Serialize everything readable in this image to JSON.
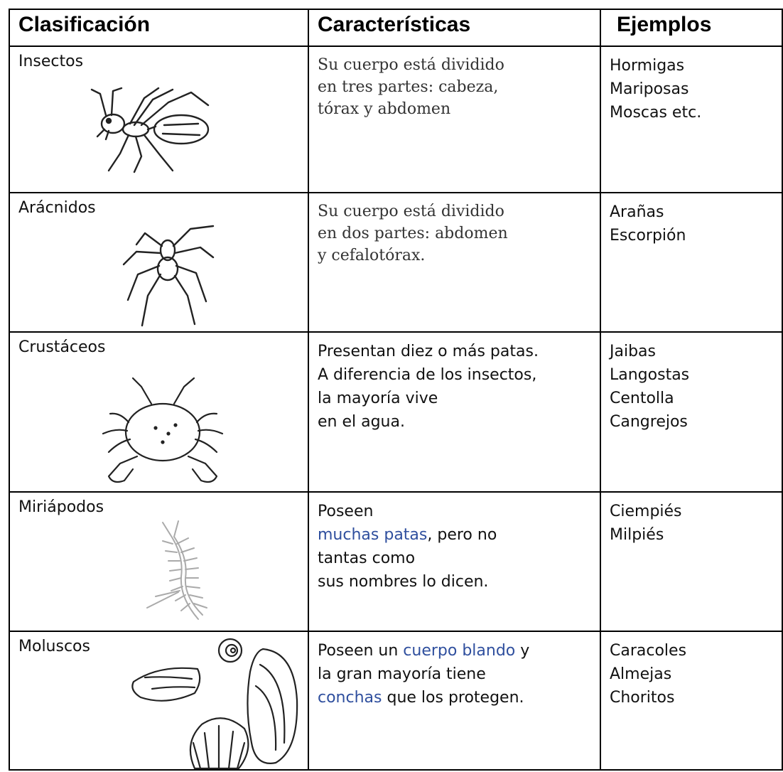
{
  "table": {
    "headers": [
      "Clasificación",
      "Características",
      "Ejemplos"
    ],
    "rows": [
      {
        "classification": "Insectos",
        "illustration_icon": "ant-icon",
        "features": [
          [
            "Su cuerpo está dividido"
          ],
          [
            "en tres partes: cabeza,"
          ],
          [
            "tórax y abdomen"
          ]
        ],
        "examples": [
          "Hormigas",
          "Mariposas",
          "Moscas etc."
        ]
      },
      {
        "classification": "Arácnidos",
        "illustration_icon": "spider-icon",
        "features": [
          [
            "Su cuerpo está dividido"
          ],
          [
            "en dos partes: abdomen"
          ],
          [
            "y cefalotórax."
          ]
        ],
        "examples": [
          "Arañas",
          "Escorpión"
        ]
      },
      {
        "classification": "Crustáceos",
        "illustration_icon": "crab-icon",
        "features": [
          [
            "Presentan diez o más patas."
          ],
          [
            "A diferencia de los insectos,"
          ],
          [
            "la mayoría vive"
          ],
          [
            "en el agua."
          ]
        ],
        "examples": [
          "Jaibas",
          "Langostas",
          "Centolla",
          "Cangrejos"
        ]
      },
      {
        "classification": "Miriápodos",
        "illustration_icon": "centipede-icon",
        "features": [
          [
            "Poseen"
          ],
          [
            "muchas patas",
            ", pero no"
          ],
          [
            "tantas como"
          ],
          [
            "sus nombres lo dicen."
          ]
        ],
        "examples": [
          "Ciempiés",
          "Milpiés"
        ]
      },
      {
        "classification": "Moluscos",
        "illustration_icon": "shells-icon",
        "features": [
          [
            "Poseen un ",
            "cuerpo blando",
            " y"
          ],
          [
            "la gran mayoría tiene"
          ],
          [
            "conchas",
            " que los protegen."
          ]
        ],
        "examples": [
          "Caracoles",
          "Almejas",
          "Choritos"
        ]
      }
    ]
  }
}
